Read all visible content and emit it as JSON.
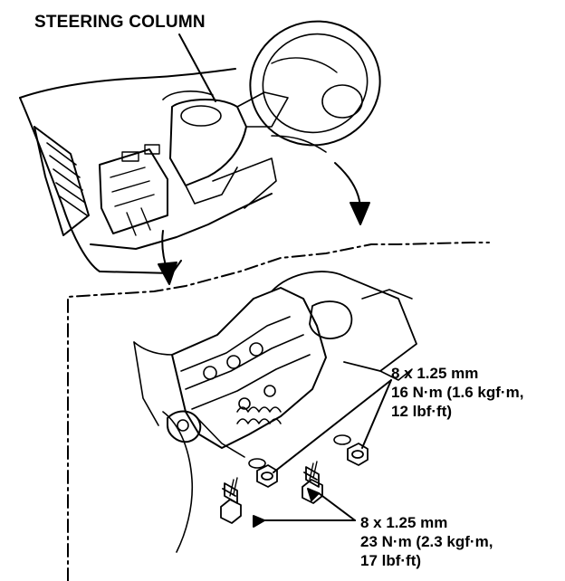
{
  "title": "STEERING COLUMN",
  "callouts": {
    "upper_nuts": {
      "size": "8 x 1.25 mm",
      "torque_line1": "16 N·m (1.6 kgf·m,",
      "torque_line2": "12 lbf·ft)"
    },
    "lower_bolts": {
      "size": "8 x 1.25 mm",
      "torque_line1": "23 N·m (2.3 kgf·m,",
      "torque_line2": "17 lbf·ft)"
    }
  },
  "colors": {
    "ink": "#000000",
    "paper": "#ffffff"
  }
}
